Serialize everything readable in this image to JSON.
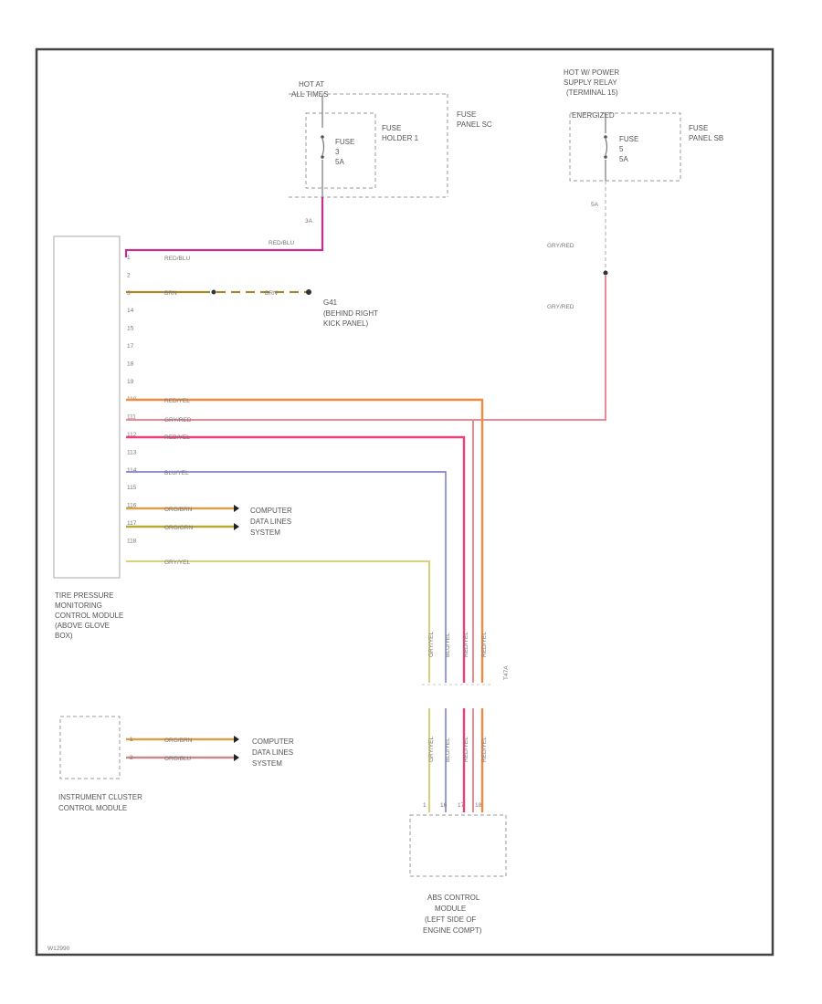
{
  "fuse_panel_sc": {
    "hot_at": [
      "HOT AT",
      "ALL TIMES"
    ],
    "panel_label": [
      "FUSE",
      "PANEL SC"
    ],
    "holder_label": [
      "FUSE",
      "HOLDER 1"
    ],
    "fuse_label": [
      "FUSE",
      "3",
      "5A"
    ],
    "pin": "3A"
  },
  "fuse_panel_sb": {
    "hot_at": [
      "HOT W/ POWER",
      "SUPPLY RELAY",
      "(TERMINAL 15)",
      "ENERGIZED"
    ],
    "panel_label": [
      "FUSE",
      "PANEL SB"
    ],
    "fuse_label": [
      "FUSE",
      "5",
      "5A"
    ],
    "pin": "5A"
  },
  "tpms_module": {
    "label": [
      "TIRE PRESSURE",
      "MONITORING",
      "CONTROL MODULE",
      "(ABOVE GLOVE",
      "BOX)"
    ],
    "pins": [
      "1",
      "2",
      "3",
      "14",
      "15",
      "17",
      "18",
      "19",
      "110",
      "111",
      "112",
      "113",
      "114",
      "115",
      "116",
      "117",
      "118"
    ]
  },
  "wires": {
    "red_blu": "RED/BLU",
    "brn": "BRN",
    "gry_red": "GRY/RED",
    "red_yel": "RED/YEL",
    "red_yel_2": "RED/YEL",
    "blu_yel": "BLU/YEL",
    "org_brn": "ORG/BRN",
    "org_grn": "ORG/GRN",
    "gry_yel": "GRY/YEL",
    "org_brn_ic": "ORG/BRN",
    "org_blu_ic": "ORG/BLU"
  },
  "ground": {
    "label": [
      "G41",
      "(BEHIND RIGHT",
      "KICK PANEL)"
    ]
  },
  "computer_data_lines": [
    "COMPUTER",
    "DATA LINES",
    "SYSTEM"
  ],
  "instrument_cluster": {
    "label": [
      "INSTRUMENT CLUSTER",
      "CONTROL MODULE"
    ],
    "pins": [
      "1",
      "2"
    ]
  },
  "abs_module": {
    "label": [
      "ABS CONTROL",
      "MODULE",
      "(LEFT SIDE OF",
      "ENGINE COMPT)"
    ],
    "pins": [
      "1",
      "16",
      "17",
      "18"
    ]
  },
  "connector_label": "T47A",
  "diagram_id": "W12990",
  "colors": {
    "red_blu": "#c2308a",
    "brn": "#a8862d",
    "gry_red": "#e98a94",
    "red_yel": "#f08a3c",
    "red_yel_2": "#ea3f7a",
    "blu_yel": "#6f6fc4",
    "org_brn": "#d9a04a",
    "org_grn": "#b9a832",
    "gry_yel": "#d7d27a",
    "org_blu": "#c98a8a"
  }
}
